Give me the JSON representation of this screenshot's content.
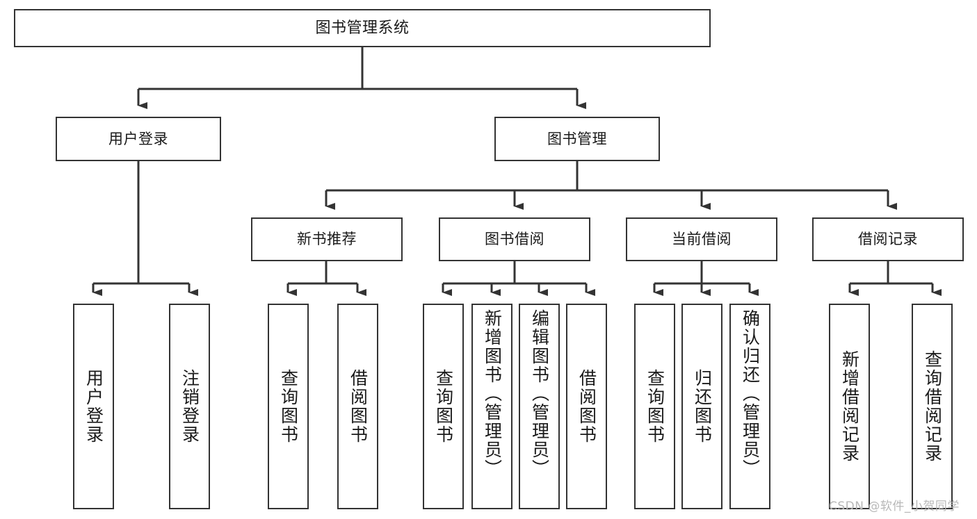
{
  "diagram": {
    "type": "tree-hierarchy",
    "title": "图书管理系统",
    "watermark": "CSDN @软件_小贺同学",
    "colors": {
      "box_border": "#333333",
      "box_fill": "#ffffff",
      "connector": "#333333",
      "text": "#1a1a1a",
      "watermark": "#b8b8b8",
      "background": "#ffffff"
    },
    "levels": {
      "root": "图书管理系统",
      "level2": [
        "用户登录",
        "图书管理"
      ],
      "level3": [
        "新书推荐",
        "图书借阅",
        "当前借阅",
        "借阅记录"
      ]
    },
    "nodes": {
      "root": {
        "label": "图书管理系统"
      },
      "user_login": {
        "label": "用户登录"
      },
      "book_manage": {
        "label": "图书管理"
      },
      "new_book_rec": {
        "label": "新书推荐"
      },
      "book_borrow": {
        "label": "图书借阅"
      },
      "current_borrow": {
        "label": "当前借阅"
      },
      "borrow_record": {
        "label": "借阅记录"
      }
    },
    "leaves": {
      "user_login": [
        {
          "label": "用户登录"
        },
        {
          "label": "注销登录"
        }
      ],
      "new_book_rec": [
        {
          "label": "查询图书"
        },
        {
          "label": "借阅图书"
        }
      ],
      "book_borrow": [
        {
          "label": "查询图书"
        },
        {
          "label": "新增图书（管理员）"
        },
        {
          "label": "编辑图书（管理员）"
        },
        {
          "label": "借阅图书"
        }
      ],
      "current_borrow": [
        {
          "label": "查询图书"
        },
        {
          "label": "归还图书"
        },
        {
          "label": "确认归还（管理员）"
        }
      ],
      "borrow_record": [
        {
          "label": "新增借阅记录"
        },
        {
          "label": "查询借阅记录"
        }
      ]
    }
  }
}
